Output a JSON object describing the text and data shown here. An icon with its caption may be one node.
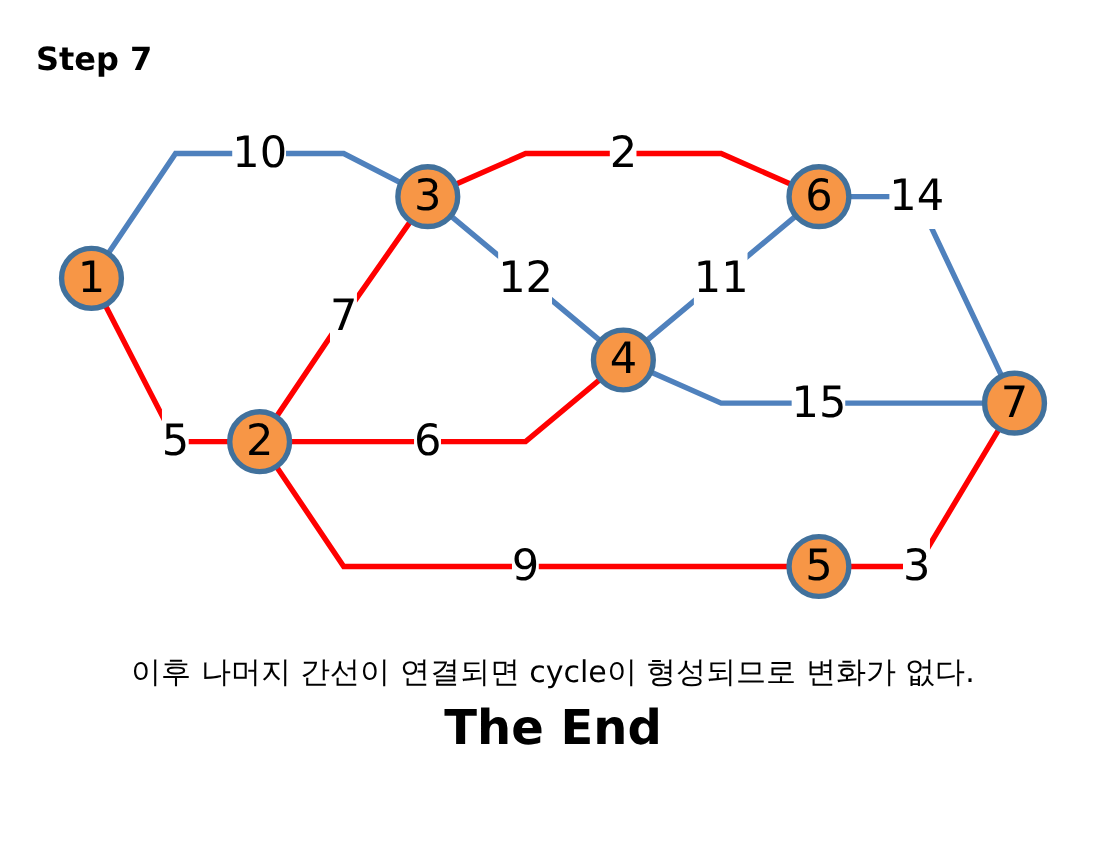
{
  "diagram": {
    "title": "Step 7",
    "caption": "이후 나머지 간선이 연결되면 cycle이 형성되므로 변화가 없다.",
    "nodes": [
      {
        "text": [
          "1"
        ]
      },
      {
        "text": [
          "2"
        ]
      },
      {
        "text": [
          "3"
        ]
      },
      {
        "text": [
          "4"
        ]
      },
      {
        "text": [
          "5"
        ]
      },
      {
        "text": [
          "6"
        ]
      },
      {
        "text": [
          "7"
        ]
      }
    ],
    "edges": [
      {
        "from": 0,
        "to": 2,
        "arrow": "none",
        "label": "10",
        "color": "#4f81bd"
      },
      {
        "from": 2,
        "to": 5,
        "arrow": "none",
        "label": "2"
      },
      {
        "from": 0,
        "to": 1,
        "arrow": "none",
        "label": "5"
      },
      {
        "from": 1,
        "to": 2,
        "arrow": "none",
        "label": "7"
      },
      {
        "from": 2,
        "to": 3,
        "arrow": "none",
        "label": "12",
        "color": "#4f81bd"
      },
      {
        "from": 3,
        "to": 5,
        "arrow": "none",
        "label": "11",
        "color": "#4f81bd"
      },
      {
        "from": 5,
        "to": 6,
        "arrow": "none",
        "label": "14",
        "color": "#4f81bd"
      },
      {
        "from": 1,
        "to": 3,
        "arrow": "none",
        "label": "6"
      },
      {
        "from": 3,
        "to": 6,
        "arrow": "none",
        "label": "15",
        "color": "#4f81bd"
      },
      {
        "from": 1,
        "to": 4,
        "arrow": "none",
        "label": "9"
      },
      {
        "from": 4,
        "to": 6,
        "arrow": "none",
        "label": "3"
      }
    ],
    "labels": [
      "The End"
    ]
  }
}
